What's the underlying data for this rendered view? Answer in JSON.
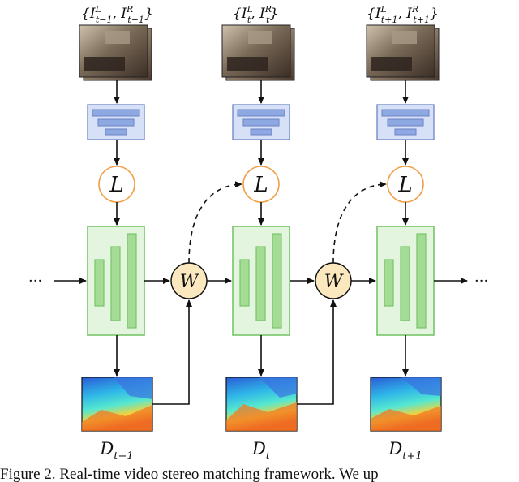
{
  "diagram": {
    "columns": [
      {
        "input_label": "{I",
        "input_sup_left": "L",
        "input_sub_left": "t−1",
        "input_mid": ", I",
        "input_sup_right": "R",
        "input_sub_right": "t−1",
        "input_end": "}",
        "lstm_label": "L",
        "output_label": "D",
        "output_sub": "t−1"
      },
      {
        "input_label": "{I",
        "input_sup_left": "L",
        "input_sub_left": "t",
        "input_mid": ", I",
        "input_sup_right": "R",
        "input_sub_right": "t",
        "input_end": "}",
        "lstm_label": "L",
        "output_label": "D",
        "output_sub": "t"
      },
      {
        "input_label": "{I",
        "input_sup_left": "L",
        "input_sub_left": "t+1",
        "input_mid": ", I",
        "input_sup_right": "R",
        "input_sub_right": "t+1",
        "input_end": "}",
        "lstm_label": "L",
        "output_label": "D",
        "output_sub": "t+1"
      }
    ],
    "warp_label": "W",
    "ellipsis_left": "···",
    "ellipsis_right": "···",
    "caption": "Figure 2. Real-time video stereo matching framework. We up"
  },
  "colors": {
    "encoder_fill": "#d6e1f7",
    "encoder_stroke": "#6c84c4",
    "encoder_bar": "#8ea9e2",
    "lstm_stroke": "#f0a04a",
    "matcher_fill": "#e3f5de",
    "matcher_stroke": "#78c46a",
    "matcher_bar": "#a4dc96",
    "warp_fill": "#fbe8bf",
    "warp_stroke": "#111111"
  }
}
